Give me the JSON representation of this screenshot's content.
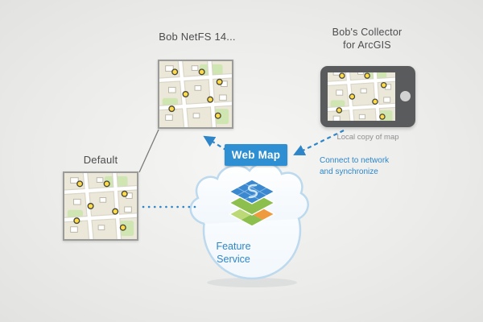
{
  "nodes": {
    "bob_netfs": {
      "label": "Bob NetFS 14..."
    },
    "collector": {
      "label": "Bob's Collector\nfor ArcGIS",
      "caption": "Local copy of map"
    },
    "default_map": {
      "label": "Default"
    },
    "web_map": {
      "label": "Web Map"
    },
    "connect_note": {
      "label": "Connect to network\nand synchronize"
    },
    "feature_service": {
      "label": "Feature\nService"
    }
  },
  "colors": {
    "accent_blue": "#2e86c8",
    "web_map_badge_bg": "#2e8fd2",
    "cloud_outline": "#bcd9ee",
    "label_text": "#4d4d4f",
    "caption_text": "#8f8f91",
    "map_point_yellow": "#ffdb45",
    "background": "#e9e9e7"
  },
  "icons": {
    "feature_service_layers": "stacked-map-layers",
    "map_points": "yellow-point-markers",
    "tablet_home_button": "home-button-circle"
  }
}
